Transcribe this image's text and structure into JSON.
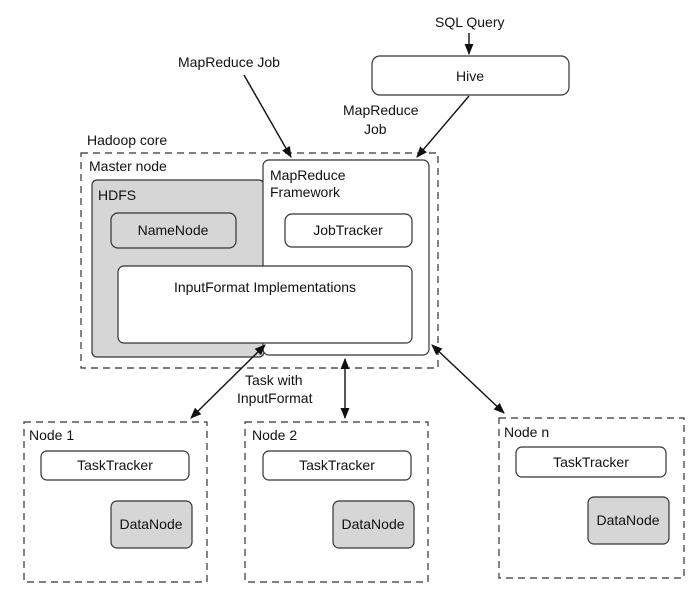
{
  "inputs": {
    "sql_query": "SQL Query",
    "mapreduce_job_top": "MapReduce Job",
    "mapreduce_job_hive_line1": "MapReduce",
    "mapreduce_job_hive_line2": "Job"
  },
  "hive": {
    "label": "Hive"
  },
  "hadoop_core": {
    "label": "Hadoop core",
    "master_node": {
      "label": "Master node",
      "hdfs": {
        "label": "HDFS",
        "namenode": "NameNode"
      },
      "framework": {
        "label_line1": "MapReduce",
        "label_line2": "Framework",
        "jobtracker": "JobTracker"
      },
      "inputformat": "InputFormat Implementations"
    }
  },
  "task_label": {
    "line1": "Task with",
    "line2": "InputFormat"
  },
  "nodes": [
    {
      "label": "Node 1",
      "tasktracker": "TaskTracker",
      "datanode": "DataNode"
    },
    {
      "label": "Node 2",
      "tasktracker": "TaskTracker",
      "datanode": "DataNode"
    },
    {
      "label": "Node n",
      "tasktracker": "TaskTracker",
      "datanode": "DataNode"
    }
  ],
  "colors": {
    "gray_fill": "#d6d6d6",
    "stroke": "#333333",
    "text": "#111111"
  }
}
